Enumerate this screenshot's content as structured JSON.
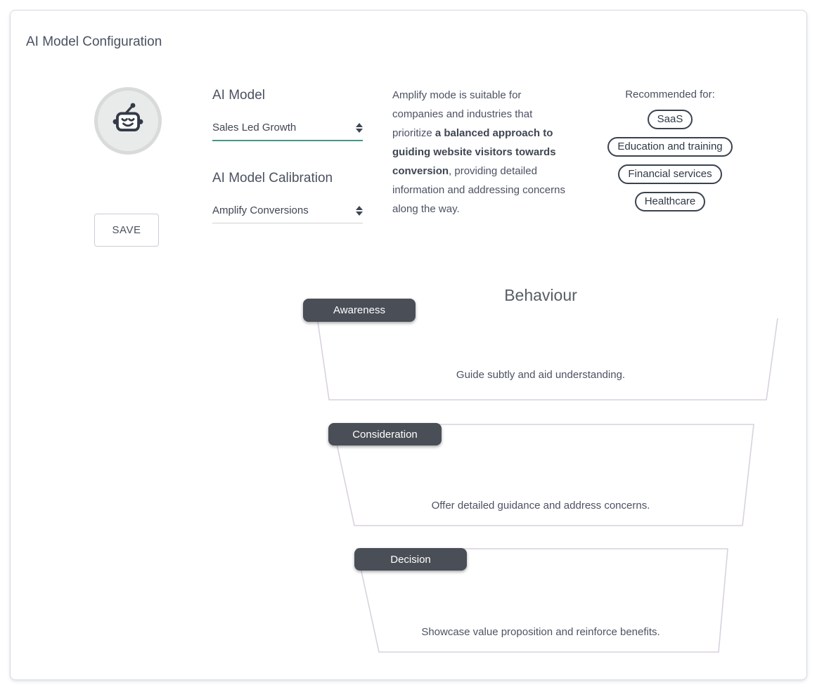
{
  "window": {
    "title": "AI Model Configuration"
  },
  "model": {
    "label": "AI Model",
    "value": "Sales Led Growth"
  },
  "calibration": {
    "label": "AI Model Calibration",
    "value": "Amplify Conversions"
  },
  "save_label": "SAVE",
  "description": {
    "pre": "Amplify mode is suitable for companies and industries that prioritize ",
    "bold": "a balanced approach to guiding website visitors towards conversion",
    "post": ", providing detailed information and addressing concerns along the way."
  },
  "recommended": {
    "title": "Recommended for:",
    "tags": [
      "SaaS",
      "Education and training",
      "Financial services",
      "Healthcare"
    ]
  },
  "behaviour": {
    "title": "Behaviour",
    "stages": [
      {
        "label": "Awareness",
        "description": "Guide subtly and aid understanding."
      },
      {
        "label": "Consideration",
        "description": "Offer detailed guidance and address concerns."
      },
      {
        "label": "Decision",
        "description": "Showcase value proposition and reinforce benefits."
      }
    ]
  },
  "icons": {
    "avatar": "robot-face-icon",
    "select": "up-down-unfold-arrows"
  },
  "colors": {
    "accent_teal_underline": "#43968d",
    "inactive_underline": "#d2d2d2",
    "stage_tab_background": "#4a4e57",
    "funnel_outline": "#d9d1df",
    "pill_border": "#39434f",
    "primary_text": "#4a5160",
    "card_border": "#d5dae3"
  }
}
